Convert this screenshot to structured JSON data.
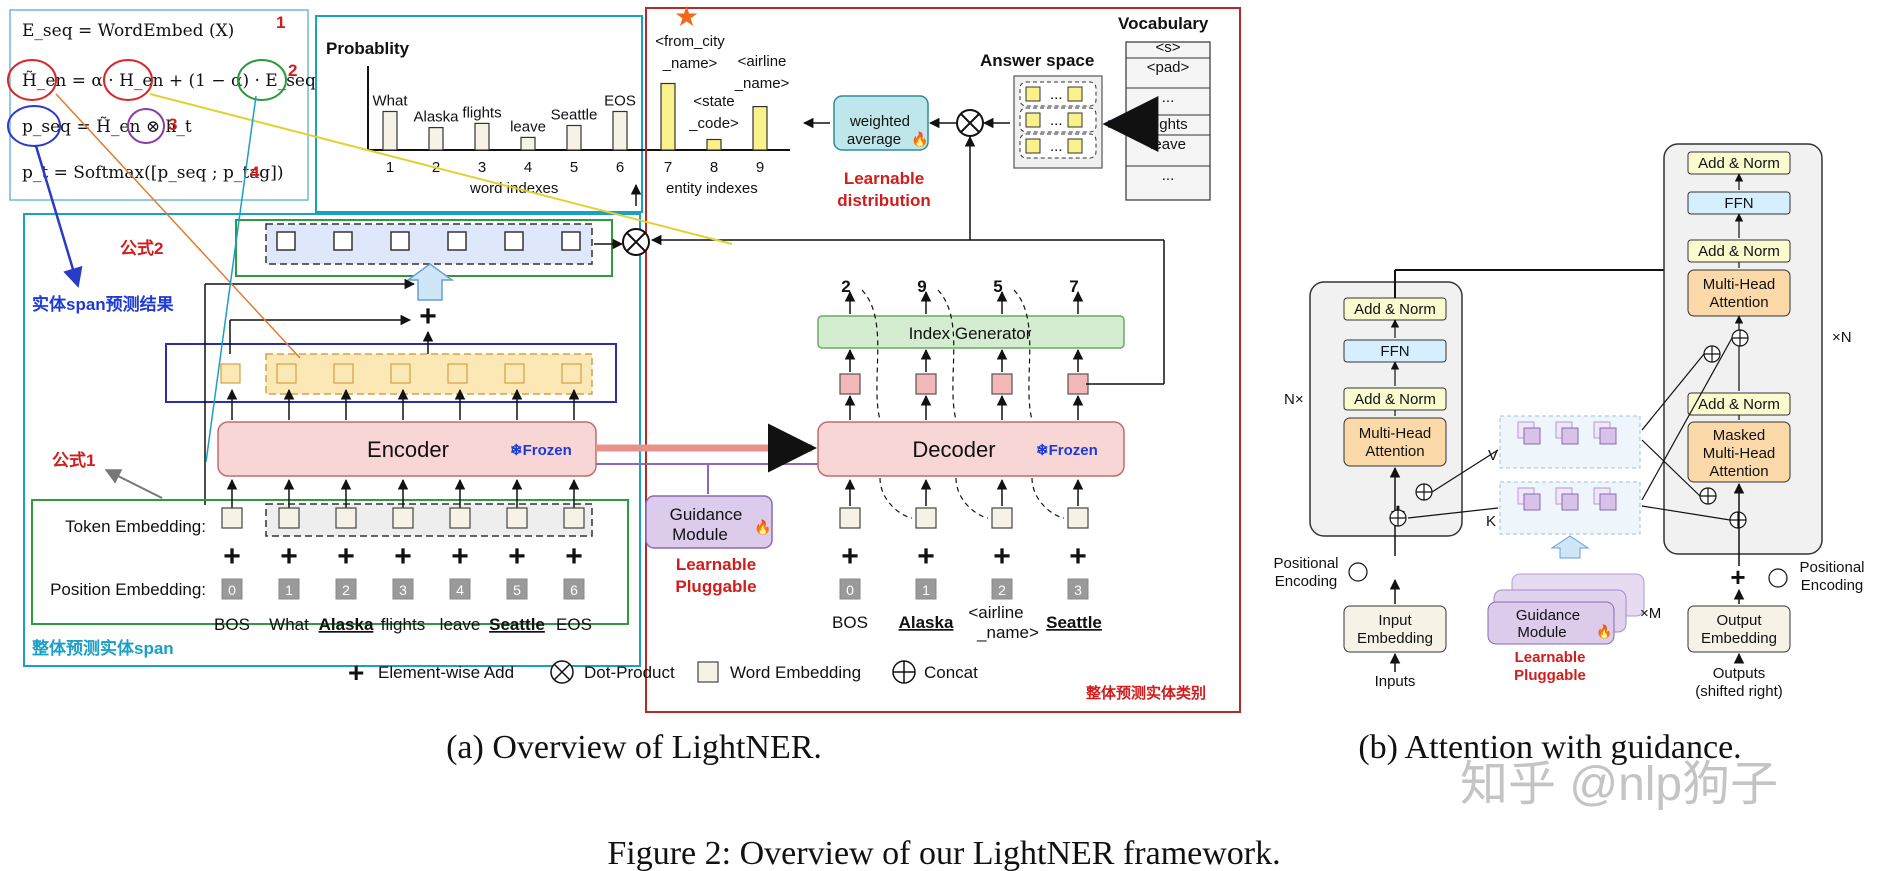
{
  "equations": {
    "eq1": "E_seq  =  WordEmbed (X)",
    "eq2": "H̃_en = α · H_en + (1 − α) · E_seq",
    "eq3": "p_seq = H̃_en ⊗ h_t",
    "eq4": "p_t = Softmax([p_seq ; p_tag])",
    "num1": "1",
    "num2": "2",
    "num3": "3",
    "num4": "4"
  },
  "annotations": {
    "formula2": "公式2",
    "formula1": "公式1",
    "span_result": "实体span预测结果",
    "span_whole": "整体预测实体span",
    "type_whole": "整体预测实体类别"
  },
  "probability": {
    "title": "Probablity",
    "word_axis": "word indexes",
    "entity_axis": "entity indexes",
    "word_bars": [
      {
        "index": "1",
        "label": "What",
        "value": 0.55
      },
      {
        "index": "2",
        "label": "Alaska",
        "value": 0.32
      },
      {
        "index": "3",
        "label": "flights",
        "value": 0.38
      },
      {
        "index": "4",
        "label": "leave",
        "value": 0.18
      },
      {
        "index": "5",
        "label": "Seattle",
        "value": 0.35
      },
      {
        "index": "6",
        "label": "EOS",
        "value": 0.55
      }
    ],
    "entity_bars": [
      {
        "index": "7",
        "label1": "<from_city",
        "label2": "_name>",
        "value": 0.95
      },
      {
        "index": "8",
        "label1": "<state",
        "label2": "_code>",
        "value": 0.15
      },
      {
        "index": "9",
        "label1": "<airline",
        "label2": "_name>",
        "value": 0.62
      }
    ]
  },
  "vocabulary": {
    "title": "Vocabulary",
    "items": [
      "<s>",
      "<pad>",
      "...",
      "flights",
      "leave",
      "..."
    ]
  },
  "answer_space": {
    "title": "Answer space",
    "cell": "..."
  },
  "weighted": {
    "line1": "weighted",
    "line2": "average"
  },
  "learnable_distribution": {
    "line1": "Learnable",
    "line2": "distribution"
  },
  "encoder": {
    "label": "Encoder",
    "frozen": "❄Frozen"
  },
  "decoder": {
    "label": "Decoder",
    "frozen": "❄Frozen"
  },
  "index_generator": "Index Generator",
  "generated_indices": [
    "2",
    "9",
    "5",
    "7"
  ],
  "guidance": {
    "line1": "Guidance",
    "line2": "Module",
    "pluggable1": "Learnable",
    "pluggable2": "Pluggable"
  },
  "token_embedding": "Token Embedding:",
  "position_embedding": "Position Embedding:",
  "positions": [
    "0",
    "1",
    "2",
    "3",
    "4",
    "5",
    "6"
  ],
  "encoder_tokens": [
    "BOS",
    "What",
    "Alaska",
    "flights",
    "leave",
    "Seattle",
    "EOS"
  ],
  "decoder_positions": [
    "0",
    "1",
    "2",
    "3"
  ],
  "decoder_tokens": [
    "BOS",
    "Alaska",
    "<airline",
    "_name>",
    "Seattle"
  ],
  "legend": {
    "add": "Element-wise Add",
    "dot": "Dot-Product",
    "word": "Word Embedding",
    "concat": "Concat"
  },
  "caption_a": "(a)  Overview of LightNER.",
  "caption_b": "(b)  Attention with guidance.",
  "figure_caption": "Figure 2: Overview of our LightNER framework.",
  "watermark": "知乎 @nlp狗子",
  "transformer": {
    "add_norm": "Add & Norm",
    "ffn": "FFN",
    "mha1": "Multi-Head",
    "mha2": "Attention",
    "masked": "Masked",
    "n_left": "N×",
    "n_right": "×N",
    "v": "V",
    "k": "K",
    "m": "×M",
    "pos1": "Positional",
    "pos2": "Encoding",
    "input1": "Input",
    "input2": "Embedding",
    "output1": "Output",
    "output2": "Embedding",
    "inputs": "Inputs",
    "outputs1": "Outputs",
    "outputs2": "(shifted right)",
    "guidance1": "Guidance",
    "guidance2": "Module",
    "pluggable1": "Learnable",
    "pluggable2": "Pluggable"
  },
  "colors": {
    "red_frame": "#b22a2a",
    "cyan_frame": "#1a9fc6",
    "green_frame": "#2f9a40",
    "navy_frame": "#2a2fa6",
    "encoder_fill": "#f8d6d6",
    "index_fill": "#d4ecd0",
    "guidance_fill": "#dccbea",
    "yellow_bar": "#f9f28a",
    "teal_fill": "#bfe6ea",
    "orange_fill": "#fbd9a8",
    "ffn_fill": "#d6efff",
    "addnorm_fill": "#fbfbd0"
  }
}
